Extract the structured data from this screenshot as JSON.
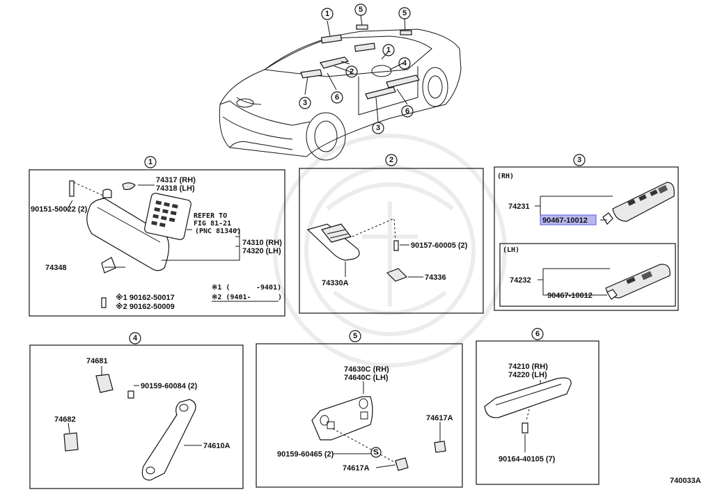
{
  "diagram_code": "740033A",
  "callouts": {
    "c1": "1",
    "c2": "2",
    "c3": "3",
    "c4": "4",
    "c5": "5",
    "c6": "6"
  },
  "panel1": {
    "number": "1",
    "p_74317": "74317 (RH)",
    "p_74318": "74318 (LH)",
    "p_90151": "90151-50022 (2)",
    "refer_1": "REFER TO",
    "refer_2": "FIG 81-21",
    "refer_3": "(PNC 81340)",
    "p_74310": "74310 (RH)",
    "p_74320": "74320 (LH)",
    "p_74348": "74348",
    "note1_mark": "※1 (",
    "note1_val": "-9401)",
    "note2_mark": "※2 (9401-",
    "note2_val": ")",
    "screw1": "※1 90162-50017",
    "screw2": "※2 90162-50009"
  },
  "panel2": {
    "number": "2",
    "p_90157": "90157-60005 (2)",
    "p_74330A": "74330A",
    "p_74336": "74336"
  },
  "panel3": {
    "number": "3",
    "rh_tag": "(RH)",
    "lh_tag": "(LH)",
    "p_74231": "74231",
    "p_90467_rh": "90467-10012",
    "p_74232": "74232",
    "p_90467_lh": "90467-10012"
  },
  "panel4": {
    "number": "4",
    "p_74681": "74681",
    "p_90159": "90159-60084 (2)",
    "p_74682": "74682",
    "p_74610A": "74610A"
  },
  "panel5": {
    "number": "5",
    "p_74630C": "74630C (RH)",
    "p_74640C": "74640C (LH)",
    "p_74617A_1": "74617A",
    "p_90159": "90159-60465 (2)",
    "s_mark": "S",
    "p_74617A_2": "74617A"
  },
  "panel6": {
    "number": "6",
    "p_74210": "74210 (RH)",
    "p_74220": "74220 (LH)",
    "p_90164": "90164-40105 (7)"
  },
  "colors": {
    "line": "#111111",
    "highlight": "#b8b8f0",
    "highlight_border": "#5a5ad8",
    "watermark": "#ececec"
  }
}
